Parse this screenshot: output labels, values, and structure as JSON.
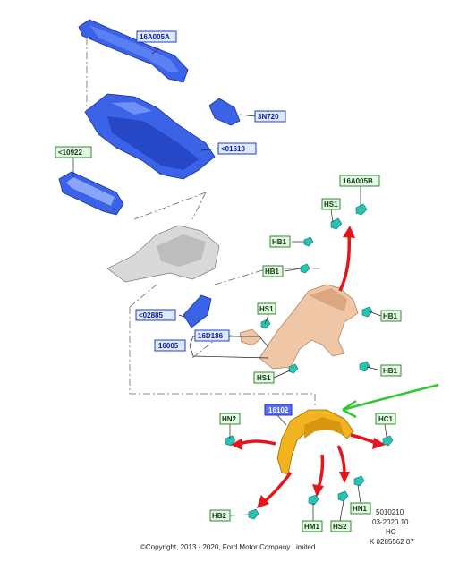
{
  "labels": {
    "p16A005A": "16A005A",
    "p3N720": "3N720",
    "p01610": "<01610",
    "p10922": "<10922",
    "p16A005B": "16A005B",
    "hs1_top": "HS1",
    "hb1_a": "HB1",
    "hb1_b": "HB1",
    "hs1_mid": "HS1",
    "p02885": "<02885",
    "p16D186": "16D186",
    "p16005": "16005",
    "hb1_c": "HB1",
    "hb1_d": "HB1",
    "hs1_bottom": "HS1",
    "hn2": "HN2",
    "p16102": "16102",
    "hc1": "HC1",
    "hb2": "HB2",
    "hm1": "HM1",
    "hs2": "HS2",
    "hn1": "HN1"
  },
  "footer": {
    "line1": "5010210",
    "line2": "03-2020 10",
    "line3": "HC",
    "line4": "K 0285562 07"
  },
  "copyright": "©Copyright, 2013 - 2020, Ford Motor Company Limited",
  "colors": {
    "label_blue_bg": "#dfe8ff",
    "label_green_bg": "#e6f7e6",
    "selected_label_bg": "#5b6cf0",
    "arrow_red": "#e8141b",
    "annotation_green": "#32c832",
    "fender": "#efc6a6",
    "wheel_liner": "#f2b41e",
    "clip_cyan": "#27c4b6",
    "body_blue": "#3b63e8"
  },
  "icons": [
    "red-arrow-icon",
    "green-pointer-arrow-icon",
    "clip-icon"
  ]
}
